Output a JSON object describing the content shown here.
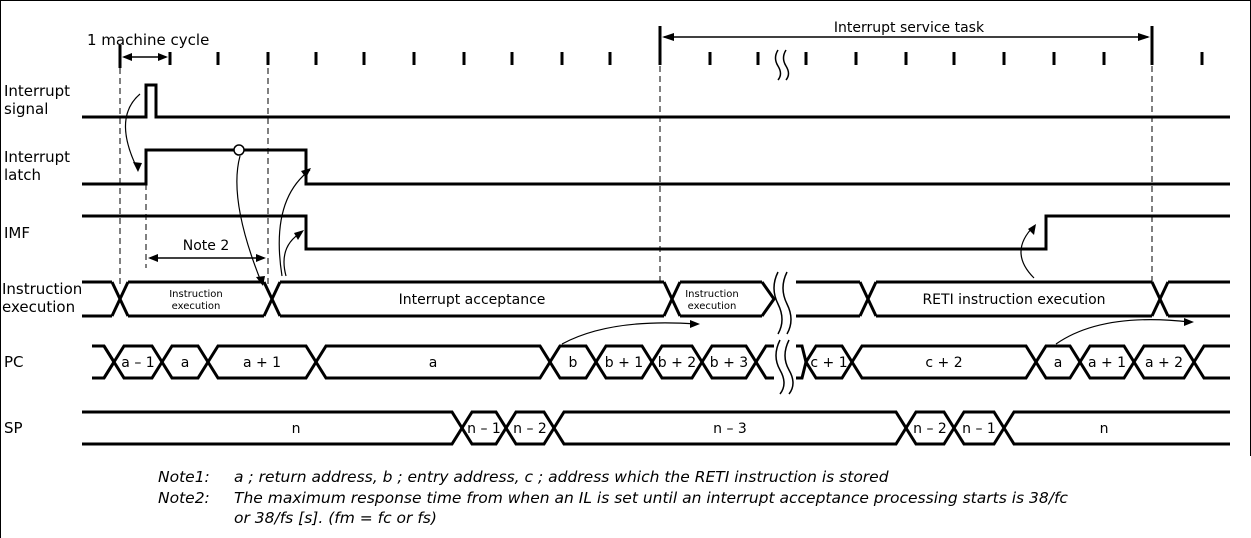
{
  "labels": {
    "machine_cycle": "1 machine cycle",
    "interrupt_service_task": "Interrupt service task",
    "note2_marker": "Note 2",
    "interrupt_signal": [
      "Interrupt",
      "signal"
    ],
    "interrupt_latch": [
      "Interrupt",
      "latch"
    ],
    "imf": "IMF",
    "instruction_execution": [
      "Instruction",
      "execution"
    ],
    "pc": "PC",
    "sp": "SP"
  },
  "instruction_row": {
    "small_segment": [
      "Instruction",
      "execution"
    ],
    "interrupt_acceptance": "Interrupt acceptance",
    "reti_execution": "RETI instruction execution"
  },
  "pc_row": [
    "a – 1",
    "a",
    "a + 1",
    "a",
    "b",
    "b + 1",
    "b + 2",
    "b + 3",
    "c + 1",
    "c + 2",
    "a",
    "a + 1",
    "a + 2"
  ],
  "sp_row": [
    "n",
    "n – 1",
    "n – 2",
    "n – 3",
    "n – 2",
    "n – 1",
    "n"
  ],
  "notes": {
    "note1_tag": "Note1:",
    "note1_text": "a ; return address, b ; entry address, c ; address which the RETI instruction is stored",
    "note2_tag": "Note2:",
    "note2_text": "The maximum response time from when an IL is set until an interrupt acceptance processing starts is 38/fc",
    "note2_cont": "or 38/fs [s]. (fm = fc or fs)"
  }
}
